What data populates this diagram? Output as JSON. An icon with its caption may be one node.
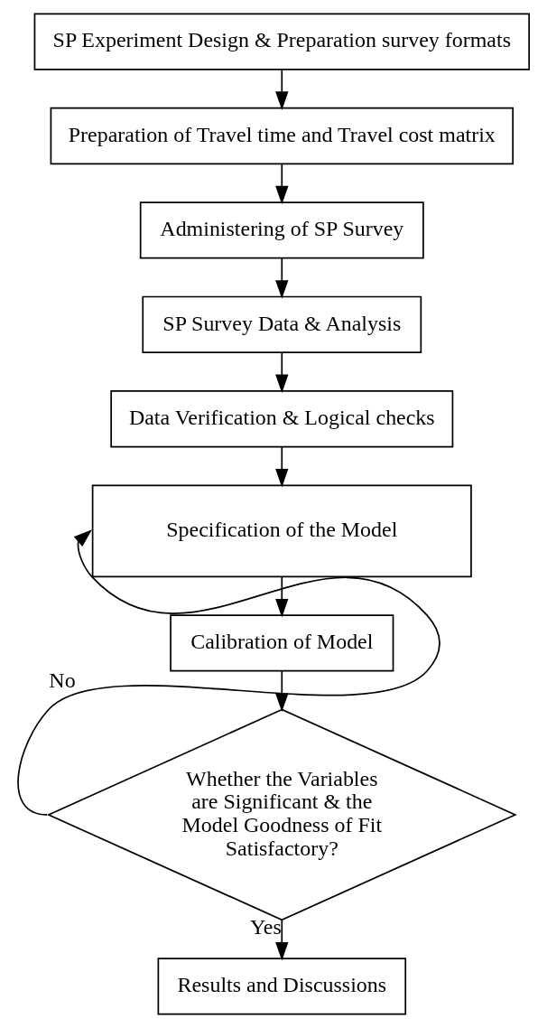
{
  "diagram": {
    "nodes": [
      {
        "text": [
          "SP Experiment Design & Preparation survey formats"
        ]
      },
      {
        "text": [
          "Preparation of Travel time and Travel cost matrix"
        ]
      },
      {
        "text": [
          "Administering of SP Survey"
        ]
      },
      {
        "text": [
          "SP Survey Data & Analysis"
        ]
      },
      {
        "text": [
          "Data Verification & Logical checks"
        ]
      },
      {
        "text": [
          "Specification of the Model"
        ]
      },
      {
        "text": [
          "Calibration of Model"
        ]
      },
      {
        "text": [
          "Whether the Variables are Significant & the Model Goodness of Fit Satisfactory?"
        ]
      },
      {
        "text": [
          "Results and Discussions"
        ]
      }
    ],
    "edges": [
      {
        "from": 0,
        "to": 1,
        "arrow": "to"
      },
      {
        "from": 1,
        "to": 2,
        "arrow": "to"
      },
      {
        "from": 2,
        "to": 3,
        "arrow": "to"
      },
      {
        "from": 3,
        "to": 4,
        "arrow": "to"
      },
      {
        "from": 4,
        "to": 5,
        "arrow": "to"
      },
      {
        "from": 5,
        "to": 6,
        "arrow": "to"
      },
      {
        "from": 6,
        "to": 7,
        "arrow": "to"
      },
      {
        "from": 7,
        "to": 5,
        "arrow": "to",
        "label": "No"
      },
      {
        "from": 7,
        "to": 8,
        "arrow": "to",
        "label": "Yes"
      }
    ]
  }
}
